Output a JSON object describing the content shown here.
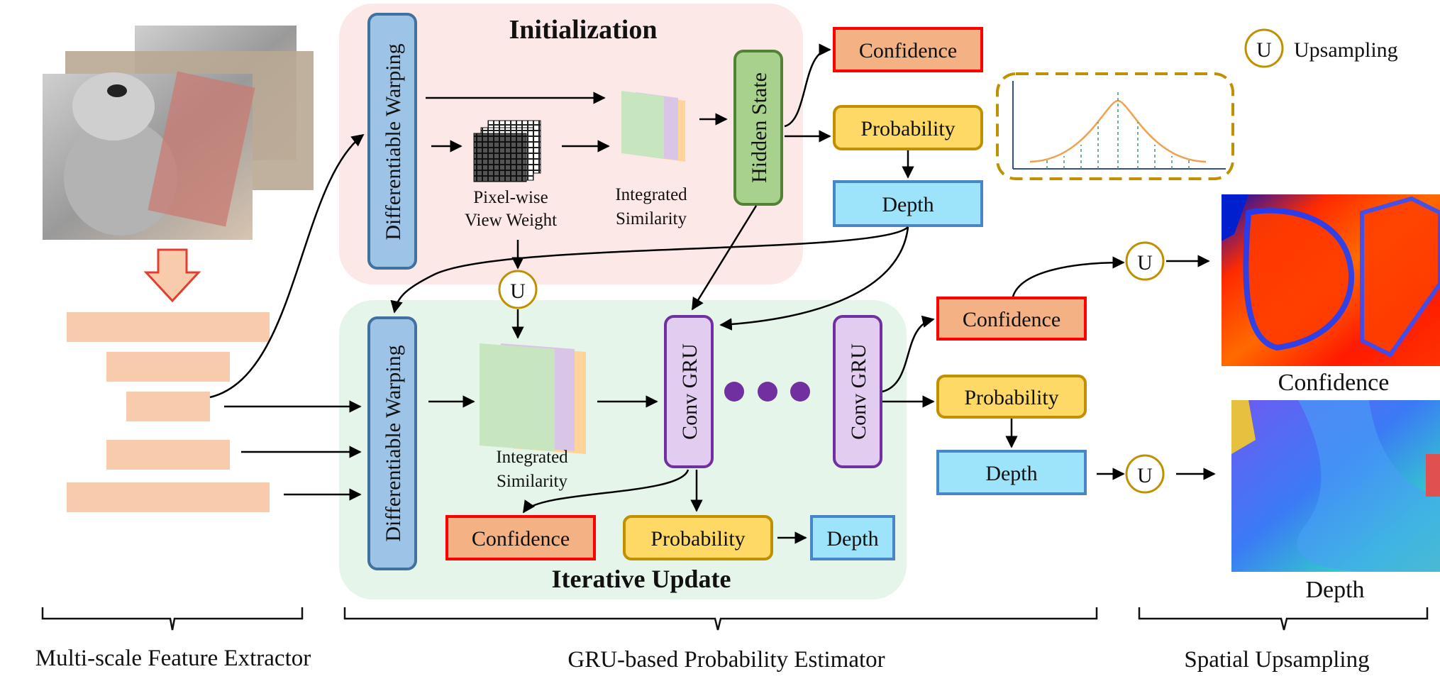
{
  "regions": {
    "init_title": "Initialization",
    "iter_title": "Iterative Update"
  },
  "init": {
    "warp": "Differentiable Warping",
    "pixel_weight_line1": "Pixel-wise",
    "pixel_weight_line2": "View Weight",
    "integrated_line1": "Integrated",
    "integrated_line2": "Similarity",
    "hidden": "Hidden State",
    "confidence": "Confidence",
    "probability": "Probability",
    "depth": "Depth"
  },
  "iter": {
    "warp": "Differentiable Warping",
    "integrated_line1": "Integrated",
    "integrated_line2": "Similarity",
    "gru1": "Conv GRU",
    "gru2": "Conv GRU",
    "confidence_bottom": "Confidence",
    "probability_bottom": "Probability",
    "depth_bottom": "Depth",
    "confidence_right": "Confidence",
    "probability_right": "Probability",
    "depth_right": "Depth"
  },
  "legend": {
    "symbol": "U",
    "label": "Upsampling"
  },
  "outputs": {
    "confidence": "Confidence",
    "depth": "Depth"
  },
  "modules": {
    "extractor": "Multi-scale Feature Extractor",
    "estimator": "GRU-based Probability Estimator",
    "upsampling": "Spatial Upsampling"
  },
  "colors": {
    "init_bg": "#fde8e8",
    "iter_bg": "#e6f5ea",
    "warp_fill": "#9dc3e6",
    "warp_stroke": "#41719c",
    "hidden_fill": "#a9d18e",
    "hidden_stroke": "#548235",
    "gru_fill": "#e2cdf0",
    "gru_stroke": "#7030a0",
    "conf_fill": "#f4b183",
    "conf_stroke": "#ff0000",
    "prob_fill": "#ffd966",
    "prob_stroke": "#bf9000",
    "depth_fill": "#9de3f9",
    "depth_stroke": "#4a86c5",
    "init_title": "#ff0000",
    "iter_title": "#22aa44",
    "feature_bar": "#f8cbad",
    "dots": "#7030a0"
  }
}
